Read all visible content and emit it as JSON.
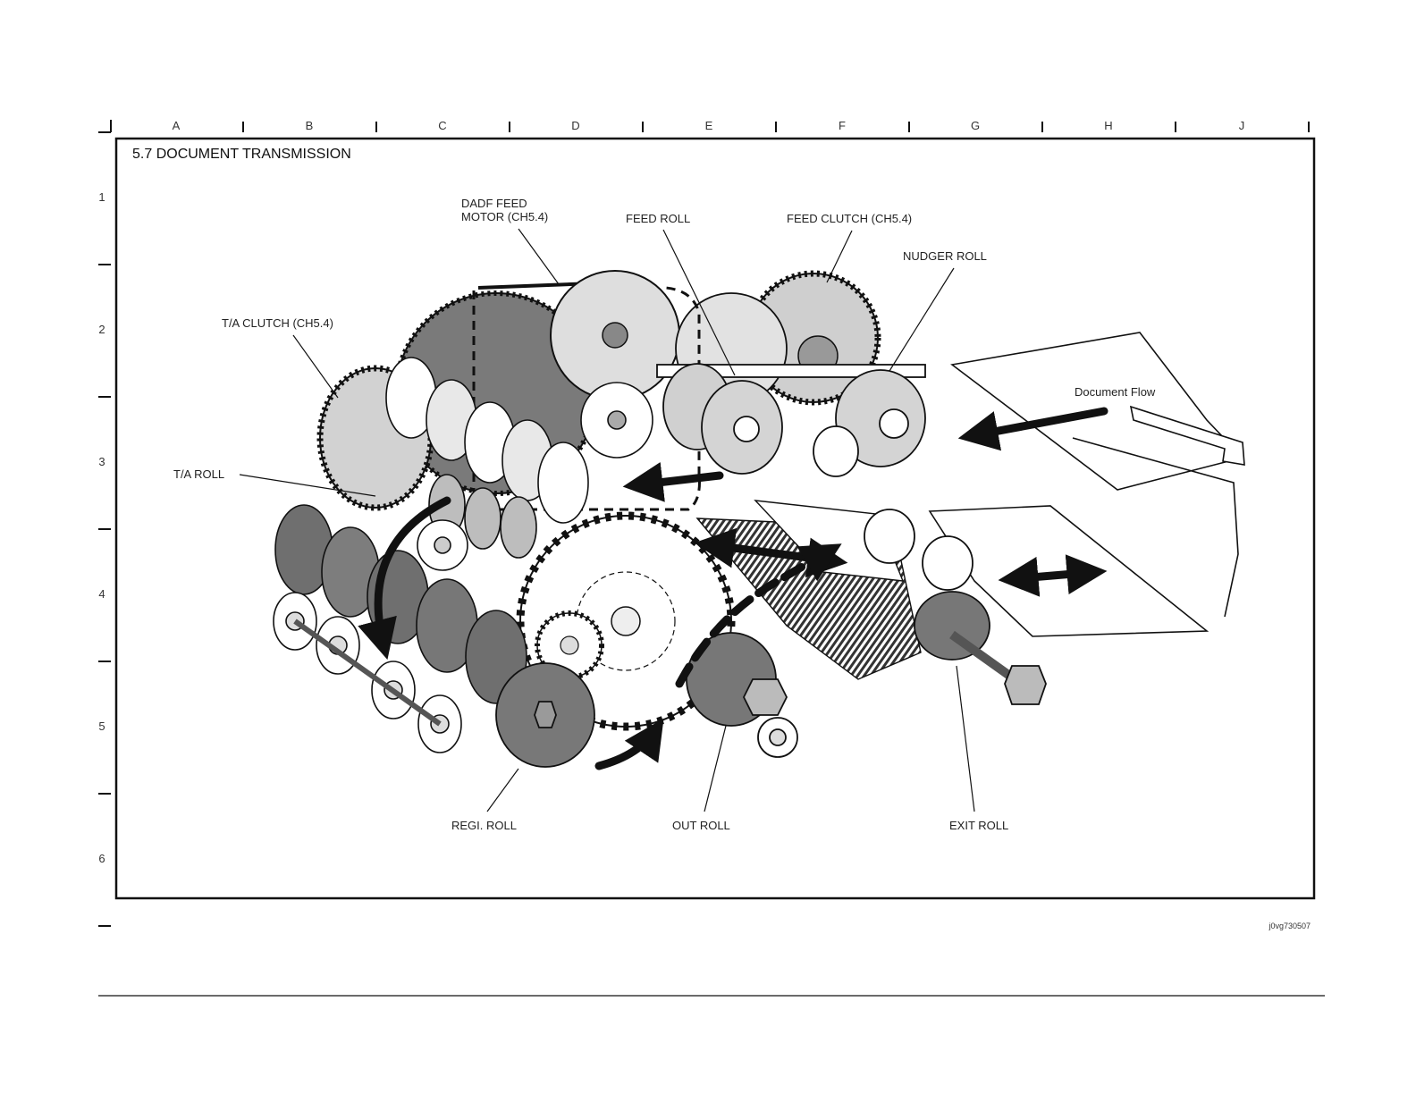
{
  "grid": {
    "columns": [
      "A",
      "B",
      "C",
      "D",
      "E",
      "F",
      "G",
      "H",
      "J"
    ],
    "rows": [
      "1",
      "2",
      "3",
      "4",
      "5",
      "6"
    ]
  },
  "section_title": "5.7 DOCUMENT TRANSMISSION",
  "labels": {
    "dadf_line1": "DADF FEED",
    "dadf_line2": "MOTOR (CH5.4)",
    "feed_roll": "FEED ROLL",
    "feed_clutch": "FEED CLUTCH (CH5.4)",
    "nudger_roll": "NUDGER ROLL",
    "ta_clutch": "T/A CLUTCH (CH5.4)",
    "ta_roll": "T/A ROLL",
    "document_flow": "Document Flow",
    "regi_roll": "REGI. ROLL",
    "out_roll": "OUT ROLL",
    "exit_roll": "EXIT ROLL"
  },
  "figure_code": "j0vg730507",
  "colors": {
    "ink": "#111111",
    "roll_dark": "#6f6f6f",
    "roll_mid": "#9a9a9a",
    "roll_light": "#d6d6d6"
  }
}
